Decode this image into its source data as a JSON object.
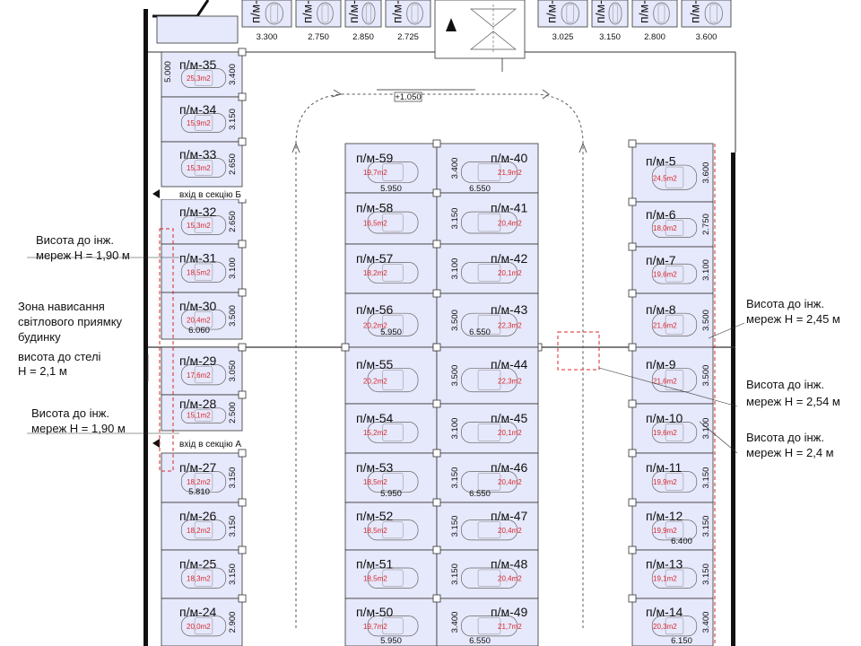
{
  "colors": {
    "spot_fill": "#e6e8fb",
    "line": "#333333",
    "wall": "#111111",
    "area_text": "#d8282d",
    "zone_dashed": "#d8282d"
  },
  "top_row": {
    "labels": [
      "п/м-",
      "п/м-",
      "п/м-",
      "п/м-",
      "п/м-",
      "п/м-",
      "п/м-",
      "п/м-"
    ],
    "dims": [
      "3.300",
      "2.750",
      "2.850",
      "2.725",
      "3.025",
      "3.150",
      "2.800",
      "3.600"
    ]
  },
  "gate_marker": "+1.050",
  "left_column": [
    {
      "label": "п/м-35",
      "area": "25,3m2",
      "dim": "3.400"
    },
    {
      "label": "п/м-34",
      "area": "15,9m2",
      "dim": "3.150"
    },
    {
      "label": "п/м-33",
      "area": "15,3m2",
      "dim": "2.650"
    },
    {
      "label": "п/м-32",
      "area": "15,3m2",
      "dim": "2.650"
    },
    {
      "label": "п/м-31",
      "area": "18,5m2",
      "dim": "3.100"
    },
    {
      "label": "п/м-30",
      "area": "20,4m2",
      "dim": "3.500"
    },
    {
      "label": "п/м-29",
      "area": "17,6m2",
      "dim": "3.050"
    },
    {
      "label": "п/м-28",
      "area": "15,1m2",
      "dim": "2.500"
    },
    {
      "label": "п/м-27",
      "area": "18,2m2",
      "dim": "3.150"
    },
    {
      "label": "п/м-26",
      "area": "18,2m2",
      "dim": "3.150"
    },
    {
      "label": "п/м-25",
      "area": "18,3m2",
      "dim": "3.150"
    },
    {
      "label": "п/м-24",
      "area": "20,0m2",
      "dim": "2.900"
    }
  ],
  "left_extra_dims": {
    "top": "5.000",
    "width_30": "6.060",
    "width_27": "5.810"
  },
  "center_left": [
    {
      "label": "п/м-59",
      "area": "19,7m2"
    },
    {
      "label": "п/м-58",
      "area": "16,5m2"
    },
    {
      "label": "п/м-57",
      "area": "18,2m2"
    },
    {
      "label": "п/м-56",
      "area": "20,2m2"
    },
    {
      "label": "п/м-55",
      "area": "20,2m2"
    },
    {
      "label": "п/м-54",
      "area": "15,2m2"
    },
    {
      "label": "п/м-53",
      "area": "18,5m2"
    },
    {
      "label": "п/м-52",
      "area": "18,5m2"
    },
    {
      "label": "п/м-51",
      "area": "18,5m2"
    },
    {
      "label": "п/м-50",
      "area": "19,7m2"
    }
  ],
  "center_right": [
    {
      "label": "п/м-40",
      "area": "21,9m2"
    },
    {
      "label": "п/м-41",
      "area": "20,4m2"
    },
    {
      "label": "п/м-42",
      "area": "20,1m2"
    },
    {
      "label": "п/м-43",
      "area": "22,3m2"
    },
    {
      "label": "п/м-44",
      "area": "22,3m2"
    },
    {
      "label": "п/м-45",
      "area": "20,1m2"
    },
    {
      "label": "п/м-46",
      "area": "20,4m2"
    },
    {
      "label": "п/м-47",
      "area": "20,4m2"
    },
    {
      "label": "п/м-48",
      "area": "20,4m2"
    },
    {
      "label": "п/м-49",
      "area": "21,7m2"
    }
  ],
  "center_dims": [
    "3.400",
    "3.150",
    "3.100",
    "3.500",
    "3.500",
    "3.100",
    "3.150",
    "3.150",
    "3.150",
    "3.400"
  ],
  "center_widths": {
    "left": "5.950",
    "right": "6.550"
  },
  "right_column": [
    {
      "label": "п/м-5",
      "area": "24,5m2",
      "dim": "3.600"
    },
    {
      "label": "п/м-6",
      "area": "18,0m2",
      "dim": "2.750"
    },
    {
      "label": "п/м-7",
      "area": "19,6m2",
      "dim": "3.100"
    },
    {
      "label": "п/м-8",
      "area": "21,6m2",
      "dim": "3.500"
    },
    {
      "label": "п/м-9",
      "area": "21,6m2",
      "dim": "3.500"
    },
    {
      "label": "п/м-10",
      "area": "19,6m2",
      "dim": "3.100"
    },
    {
      "label": "п/м-11",
      "area": "19,9m2",
      "dim": "3.150"
    },
    {
      "label": "п/м-12",
      "area": "19,9m2",
      "dim": "3.150"
    },
    {
      "label": "п/м-13",
      "area": "19,1m2",
      "dim": "3.150"
    },
    {
      "label": "п/м-14",
      "area": "20,3m2",
      "dim": "3.400"
    }
  ],
  "right_extra_dims": {
    "mid": "6.400",
    "bottom": "6.150"
  },
  "entries": [
    "вхід в секцію Б",
    "вхід в секцію А"
  ],
  "notes": {
    "left_1": [
      "Висота до інж.",
      "мереж H = 1,90 м"
    ],
    "left_zone": [
      "Зона нависання",
      "світлового приямку",
      "будинку",
      "висота до стелі",
      "H = 2,1 м"
    ],
    "left_2": [
      "Висота до інж.",
      "мереж H = 1,90 м"
    ],
    "right_1": [
      "Висота до інж.",
      "мереж H = 2,45 м"
    ],
    "right_2": [
      "Висота до інж.",
      "мереж H = 2,54 м"
    ],
    "right_3": [
      "Висота до інж.",
      "мереж H = 2,4 м"
    ]
  }
}
